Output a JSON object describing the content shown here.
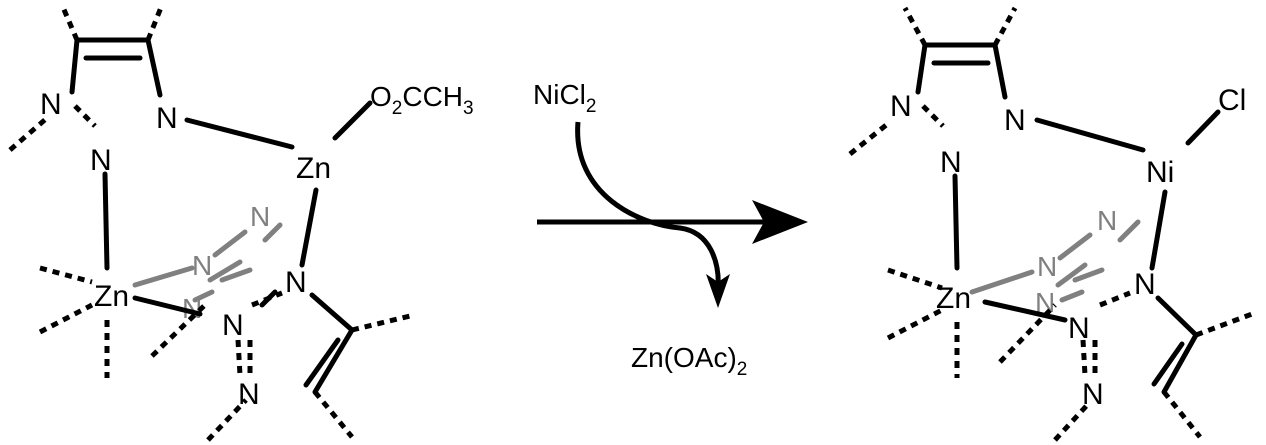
{
  "left_complex": {
    "zn_top": "Zn",
    "zn_bottom": "Zn",
    "ligand_main": "O",
    "ligand_sub": "2",
    "ligand_tail": "CCH",
    "ligand_sub2": "3",
    "n": "N"
  },
  "right_complex": {
    "metal_top": "Ni",
    "zn_bottom": "Zn",
    "ligand": "Cl",
    "n": "N"
  },
  "reaction": {
    "reagent_main": "NiCl",
    "reagent_sub": "2",
    "byproduct_main": "Zn(OAc)",
    "byproduct_sub": "2"
  },
  "colors": {
    "bond": "#000000",
    "back_ring": "#808080",
    "background": "#ffffff"
  }
}
